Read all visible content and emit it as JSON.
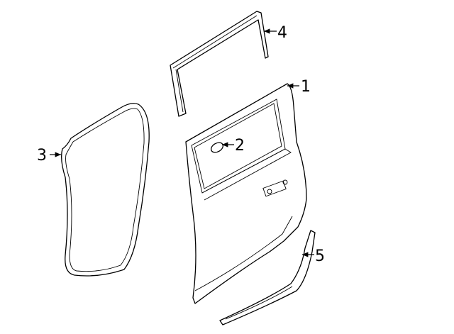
{
  "callouts": [
    {
      "number": "1",
      "part": "door-shell"
    },
    {
      "number": "2",
      "part": "plug"
    },
    {
      "number": "3",
      "part": "weatherstrip"
    },
    {
      "number": "4",
      "part": "run-channel"
    },
    {
      "number": "5",
      "part": "lower-molding"
    }
  ]
}
